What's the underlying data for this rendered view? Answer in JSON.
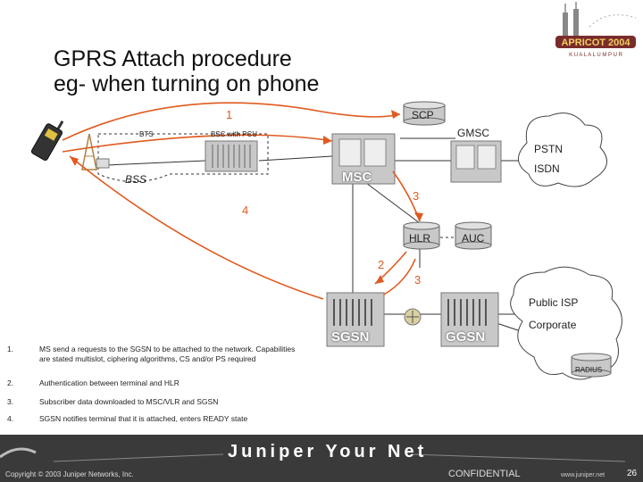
{
  "title_line1": "GPRS Attach procedure",
  "title_line2": "eg- when turning on phone",
  "logo": {
    "text": "APRICOT 2004",
    "subtext": "K U A L A   L U M P U R"
  },
  "nodes": {
    "bts": "BTS",
    "bsc": "BSC with PCU",
    "bss": "BSS",
    "msc": "MSC",
    "gmsc": "GMSC",
    "scp": "SCP",
    "hlr": "HLR",
    "auc": "AUC",
    "sgsn": "SGSN",
    "ggsn": "GGSN",
    "pstn": "PSTN",
    "isdn": "ISDN",
    "public_isp": "Public ISP",
    "corporate": "Corporate",
    "radius": "RADIUS"
  },
  "arrow_labels": {
    "a1": "1",
    "a2": "2",
    "a3a": "3",
    "a3b": "3",
    "a4": "4"
  },
  "steps": [
    {
      "num": "1.",
      "text": "MS send a requests to the SGSN to be attached to the network. Capabilities are stated multislot, ciphering algorithms, CS and/or PS required"
    },
    {
      "num": "2.",
      "text": "Authentication between terminal and HLR"
    },
    {
      "num": "3.",
      "text": "Subscriber data downloaded to MSC/VLR and SGSN"
    },
    {
      "num": "4.",
      "text": "SGSN notifies terminal that it is attached, enters READY state"
    }
  ],
  "footer": {
    "brand": "Juniper Your Net",
    "copyright": "Copyright © 2003 Juniper Networks, Inc.",
    "confidential": "CONFIDENTIAL",
    "url": "www.juniper.net",
    "page": "26"
  },
  "colors": {
    "arrow": "#e05a20",
    "node_face": "#c8c8c8",
    "footer_bg": "#3a3a3a",
    "cloud_stroke": "#444444"
  }
}
